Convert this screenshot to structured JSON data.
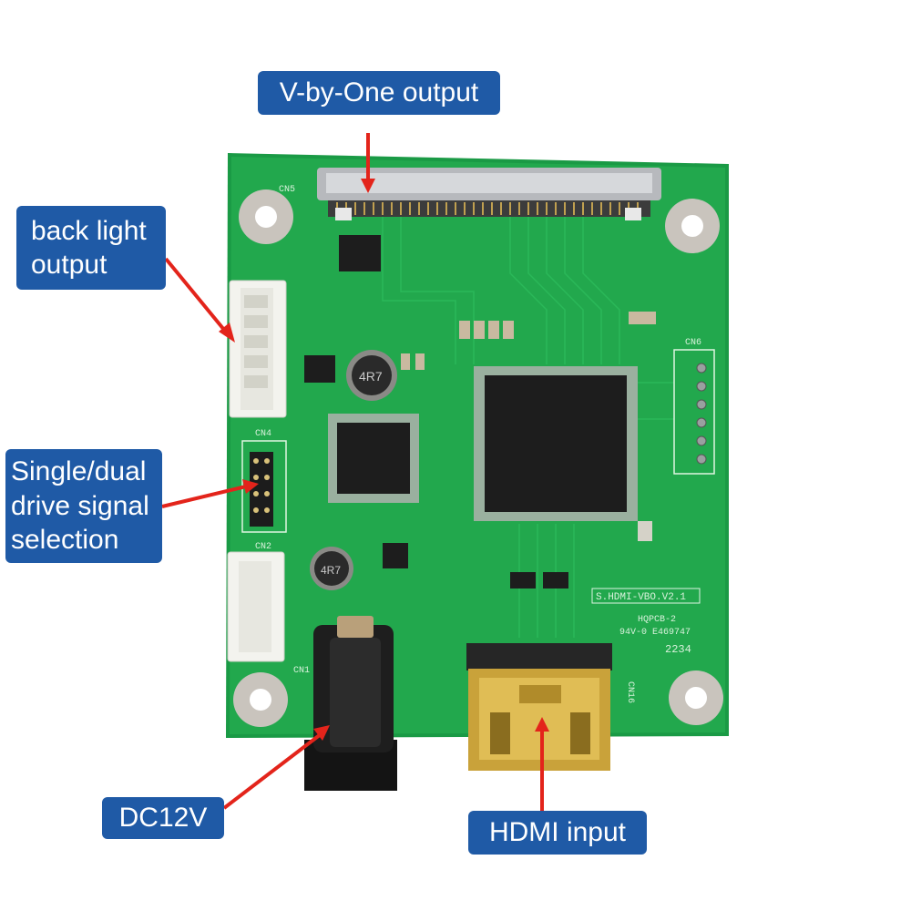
{
  "callouts": {
    "vbo_output": "V-by-One output",
    "backlight_line1": "back light",
    "backlight_line2": "output",
    "drive_line1": "Single/dual",
    "drive_line2": "drive signal",
    "drive_line3": "selection",
    "dc": "DC12V",
    "hdmi": "HDMI input"
  },
  "board": {
    "model": "S.HDMI-VBO.V2.1",
    "cert_line1": "HQPCB-2",
    "cert_line2": "94V-0 E469747",
    "date_code": "2234",
    "labels": {
      "cn5": "CN5",
      "cn4": "CN4",
      "cn2": "CN2",
      "cn1": "CN1",
      "cn6": "CN6",
      "cn16": "CN16",
      "inductor_big": "4R7",
      "inductor_small": "4R7"
    }
  },
  "colors": {
    "pcb_green": "#1fa04a",
    "callout_blue": "#1f5aa6",
    "arrow_red": "#e3241b",
    "connector_gold": "#c9a23a"
  }
}
